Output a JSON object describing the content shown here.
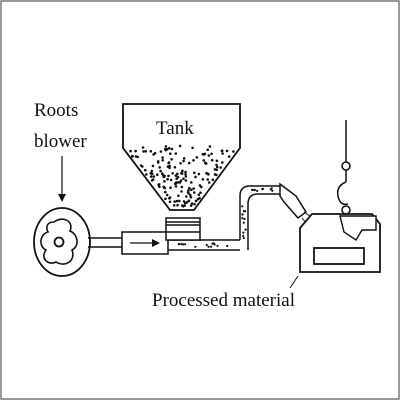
{
  "labels": {
    "roots_line1": "Roots",
    "roots_line2": "blower",
    "tank": "Tank",
    "processed_material": "Processed material"
  }
}
